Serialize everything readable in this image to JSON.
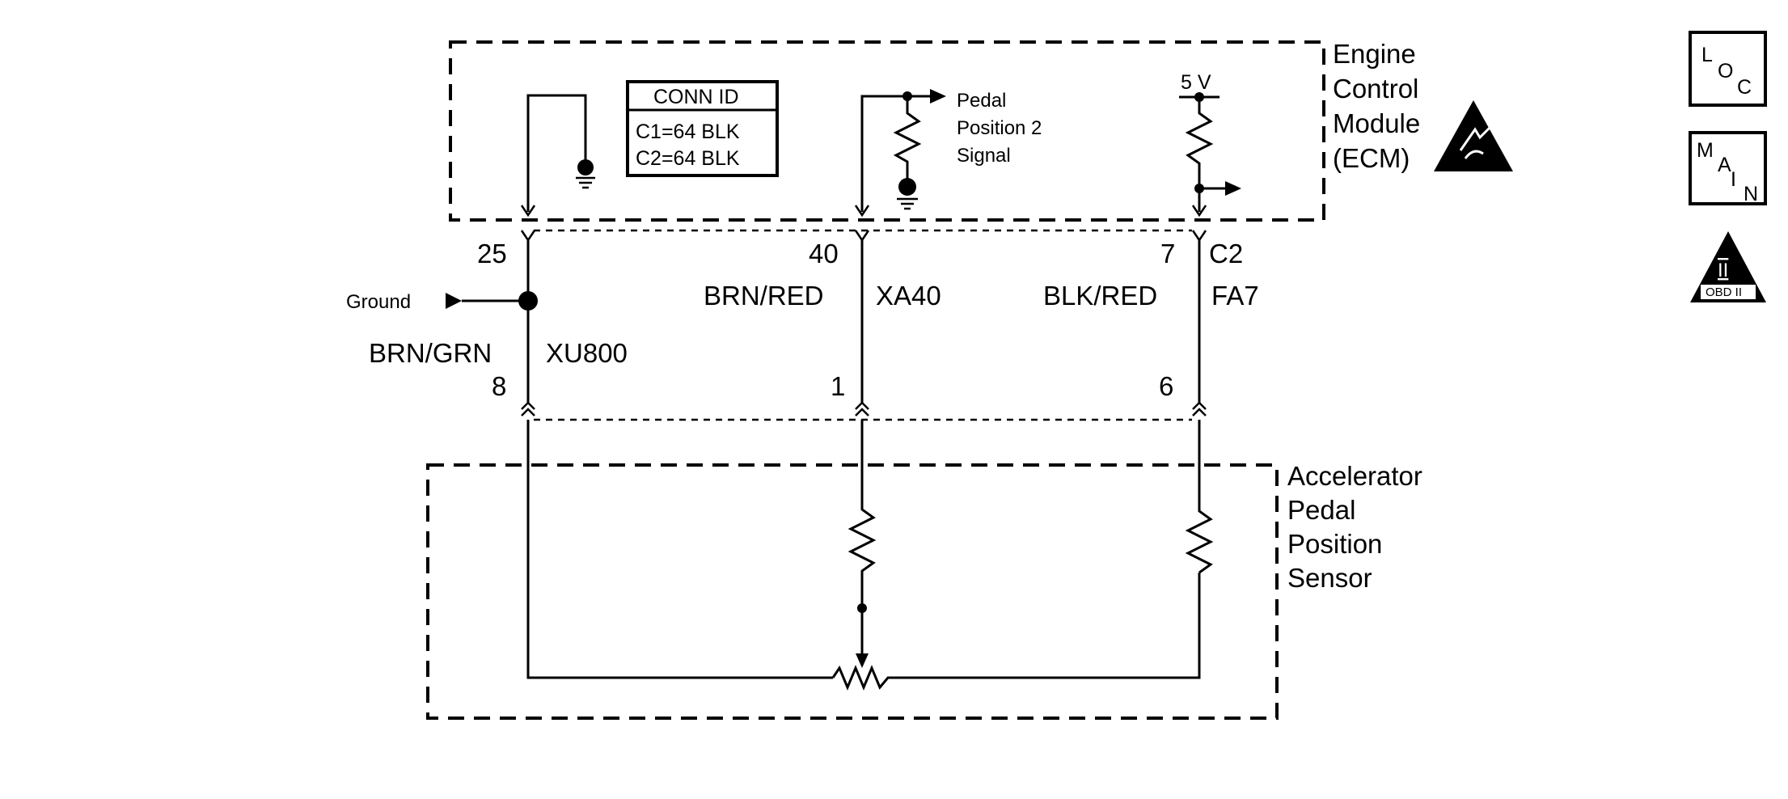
{
  "ecm": {
    "name_lines": [
      "Engine",
      "Control",
      "Module",
      "(ECM)"
    ],
    "conn_id": {
      "header": "CONN ID",
      "rows": [
        "C1=64 BLK",
        "C2=64 BLK"
      ]
    },
    "pedal_signal_lines": [
      "Pedal",
      "Position 2",
      "Signal"
    ],
    "supply": "5 V"
  },
  "sensor": {
    "name_lines": [
      "Accelerator",
      "Pedal",
      "Position",
      "Sensor"
    ]
  },
  "ground_label": "Ground",
  "ecm_connector": "C2",
  "circuits": [
    {
      "ecm_pin": "25",
      "wire_color": "BRN/GRN",
      "circuit_id": "XU800",
      "sensor_pin": "8"
    },
    {
      "ecm_pin": "40",
      "wire_color": "BRN/RED",
      "circuit_id": "XA40",
      "sensor_pin": "1"
    },
    {
      "ecm_pin": "7",
      "wire_color": "BLK/RED",
      "circuit_id": "FA7",
      "sensor_pin": "6"
    }
  ],
  "side_icons": {
    "loc": [
      "L",
      "O",
      "C"
    ],
    "main": [
      "M",
      "A",
      "I",
      "N"
    ],
    "obd": {
      "roman": "II",
      "text": "OBD II"
    }
  }
}
